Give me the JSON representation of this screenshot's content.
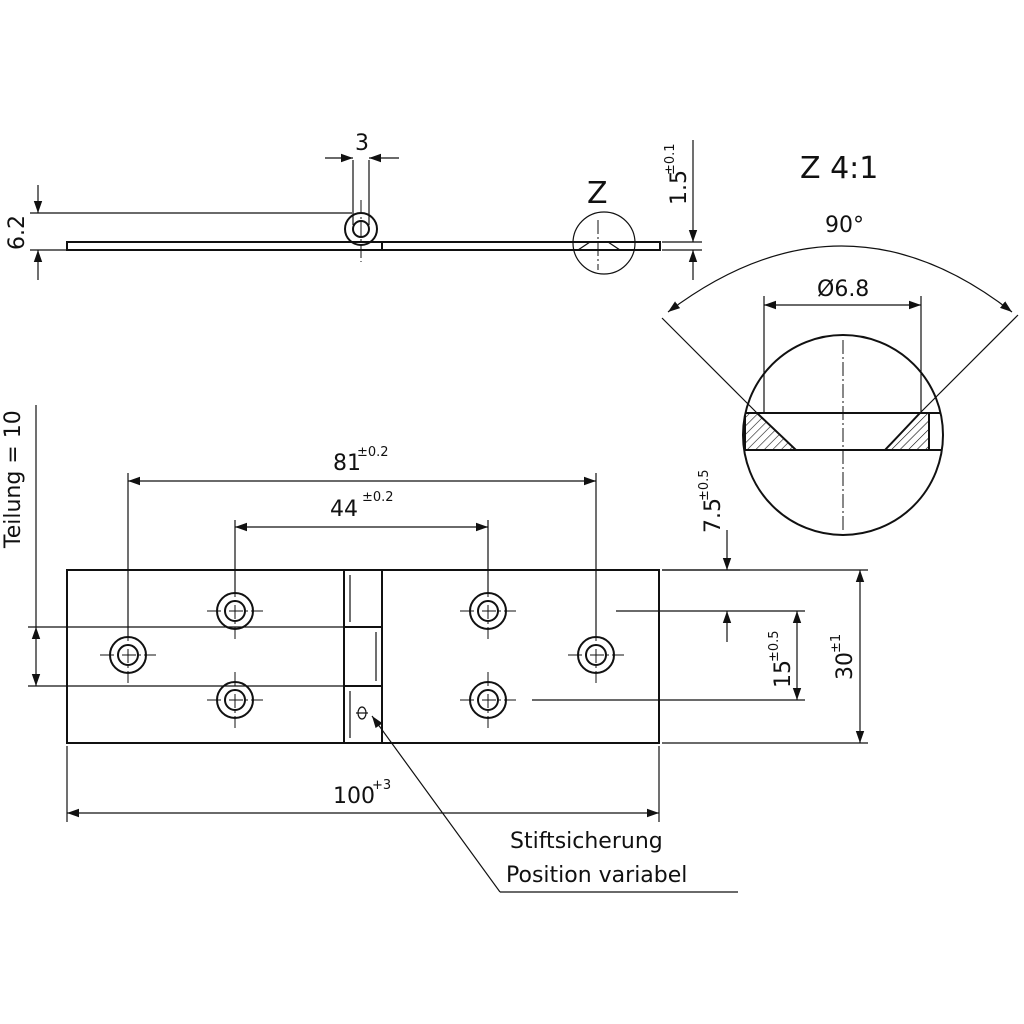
{
  "drawing": {
    "detail_title": "Z 4:1",
    "detail_marker": "Z",
    "dims": {
      "pin_width": "3",
      "thickness_height": "6.2",
      "plate_thickness": "1.5",
      "plate_thickness_tol": "±0.1",
      "angle": "90°",
      "countersink_dia": "Ø6.8",
      "hole_spacing_outer": "81",
      "hole_spacing_outer_tol": "±0.2",
      "hole_spacing_inner": "44",
      "hole_spacing_inner_tol": "±0.2",
      "edge_offset": "7.5",
      "edge_offset_tol": "±0.5",
      "row_spacing": "15",
      "row_spacing_tol": "±0.5",
      "total_width": "30",
      "total_width_tol": "±1",
      "total_length": "100",
      "total_length_tol": "+3",
      "pitch_label": "Teilung = 10"
    },
    "note_line1": "Stiftsicherung",
    "note_line2": "Position variabel"
  }
}
